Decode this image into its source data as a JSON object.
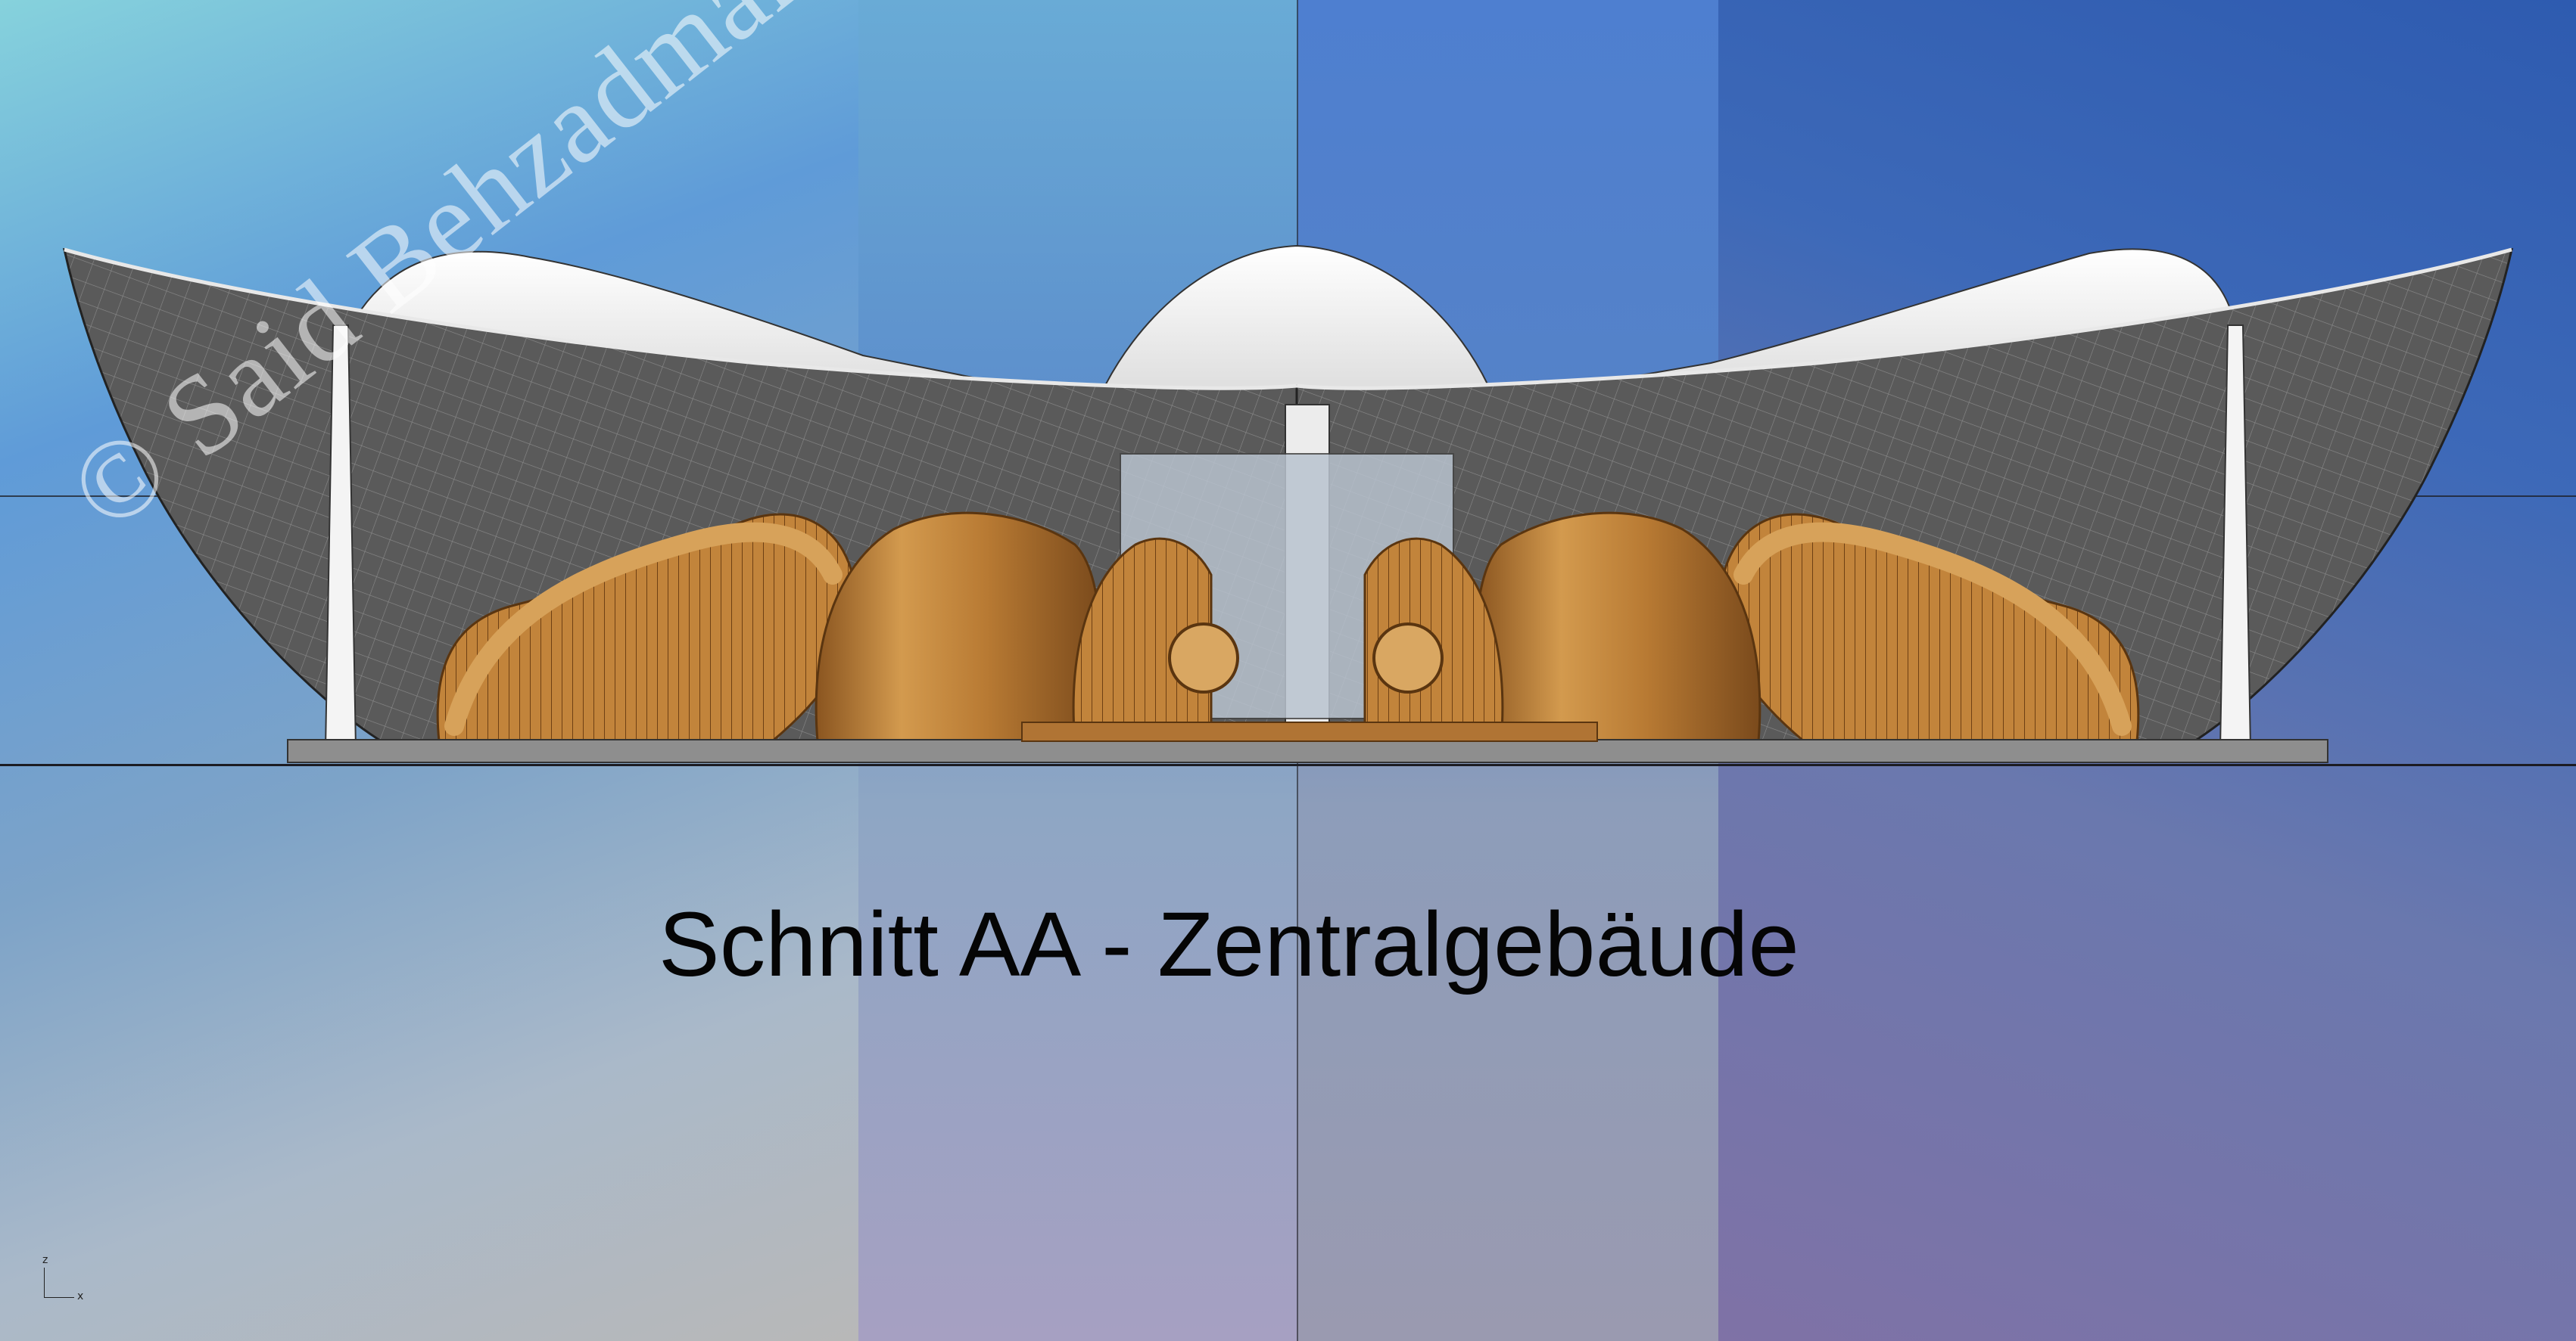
{
  "drawing": {
    "caption": "Schnitt AA - Zentralgebäude",
    "watermark": "© Said Behzadmanesh",
    "axis_gizmo": {
      "z_label": "z",
      "x_label": "x"
    }
  },
  "colors": {
    "roof_shell": "#f2f2f2",
    "canopy_mesh": "#5d5d5d",
    "wood": "#c88a3e",
    "wood_dark": "#8a5520",
    "caption": "#050505"
  }
}
